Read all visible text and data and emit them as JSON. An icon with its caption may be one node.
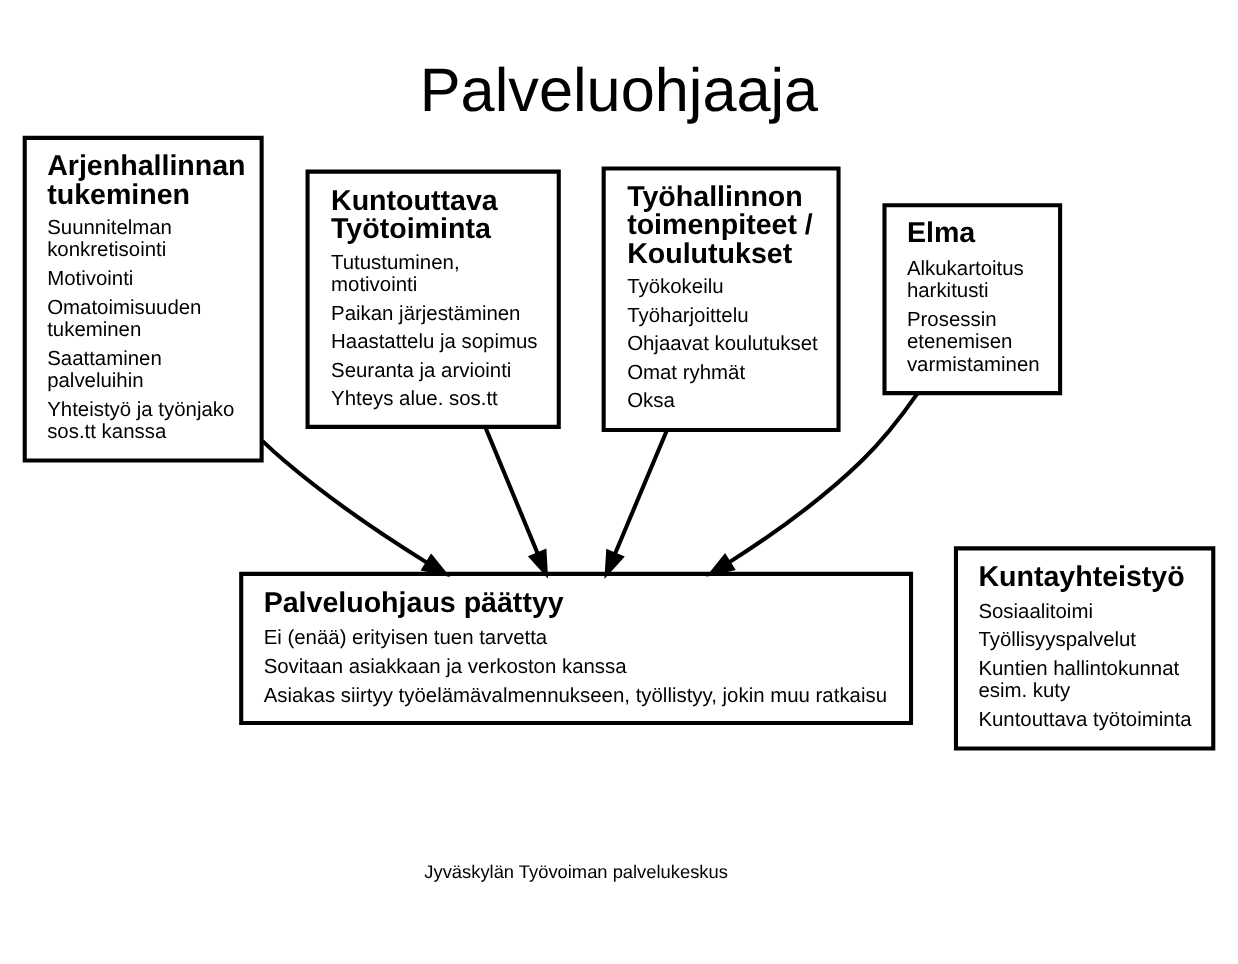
{
  "diagram": {
    "title": "Palveluohjaaja",
    "caption": "Jyväskylän Työvoiman palvelukeskus",
    "nodes": [
      {
        "text": [
          "Arjenhallinnan tukeminen",
          "Suunnitelman  konkretisointi",
          "Motivointi",
          "Omatoimisuuden tukeminen",
          "Saattaminen palveluihin",
          "Yhteistyö ja työnjako sos.tt kanssa"
        ]
      },
      {
        "text": [
          "Kuntouttava Työtoiminta",
          "Tutustuminen, motivointi",
          "Paikan järjestäminen",
          "Haastattelu ja sopimus",
          "Seuranta ja arviointi",
          "Yhteys alue. sos.tt"
        ]
      },
      {
        "text": [
          "Työhallinnon toimenpiteet / Koulutukset",
          "Työkokeilu",
          "Työharjoittelu",
          "Ohjaavat koulutukset",
          "Omat ryhmät",
          "Oksa"
        ]
      },
      {
        "text": [
          "Elma",
          "Alkukartoitus harkitusti",
          "Prosessin etenemisen varmistaminen"
        ]
      },
      {
        "text": [
          "Palveluohjaus päättyy",
          "Ei (enää) erityisen tuen tarvetta",
          "Sovitaan asiakkaan ja verkoston kanssa",
          "Asiakas siirtyy työelämävalmennukseen, työllistyy, jokin muu ratkaisu"
        ]
      },
      {
        "text": [
          "Kuntayhteistyö",
          "Sosiaalitoimi",
          "Työllisyyspalvelut",
          "Kuntien hallintokunnat esim. kuty",
          "Kuntouttava työtoiminta"
        ]
      }
    ],
    "edges": [
      {
        "from": 0,
        "to": 4,
        "arrow": "to"
      },
      {
        "from": 1,
        "to": 4,
        "arrow": "to"
      },
      {
        "from": 2,
        "to": 4,
        "arrow": "to"
      },
      {
        "from": 3,
        "to": 4,
        "arrow": "to"
      }
    ]
  }
}
